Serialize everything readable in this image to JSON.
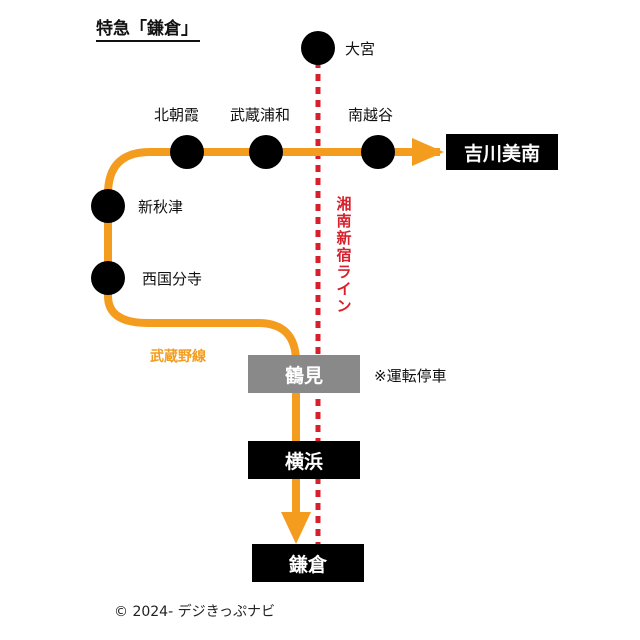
{
  "title": "特急「鎌倉」",
  "stations": {
    "omiya": "大宮",
    "kitaasaka": "北朝霞",
    "musashiurawa": "武蔵浦和",
    "minamikoshigaya": "南越谷",
    "shinakitsu": "新秋津",
    "nishikokubunji": "西国分寺"
  },
  "terminals": {
    "yoshikawaminami": "吉川美南",
    "tsurumi": "鶴見",
    "yokohama": "横浜",
    "kamakura": "鎌倉"
  },
  "lines": {
    "musashino": "武蔵野線",
    "shonan_shinjuku": "湘南新宿ライン"
  },
  "note": "※運転停車",
  "copyright": "© 2024- デジきっぷナビ",
  "colors": {
    "musashino": "#f39c1e",
    "shonan_shinjuku": "#d8202d",
    "station_dot": "#000000",
    "terminal_box": "#000000",
    "technical_stop_box": "#898989"
  }
}
